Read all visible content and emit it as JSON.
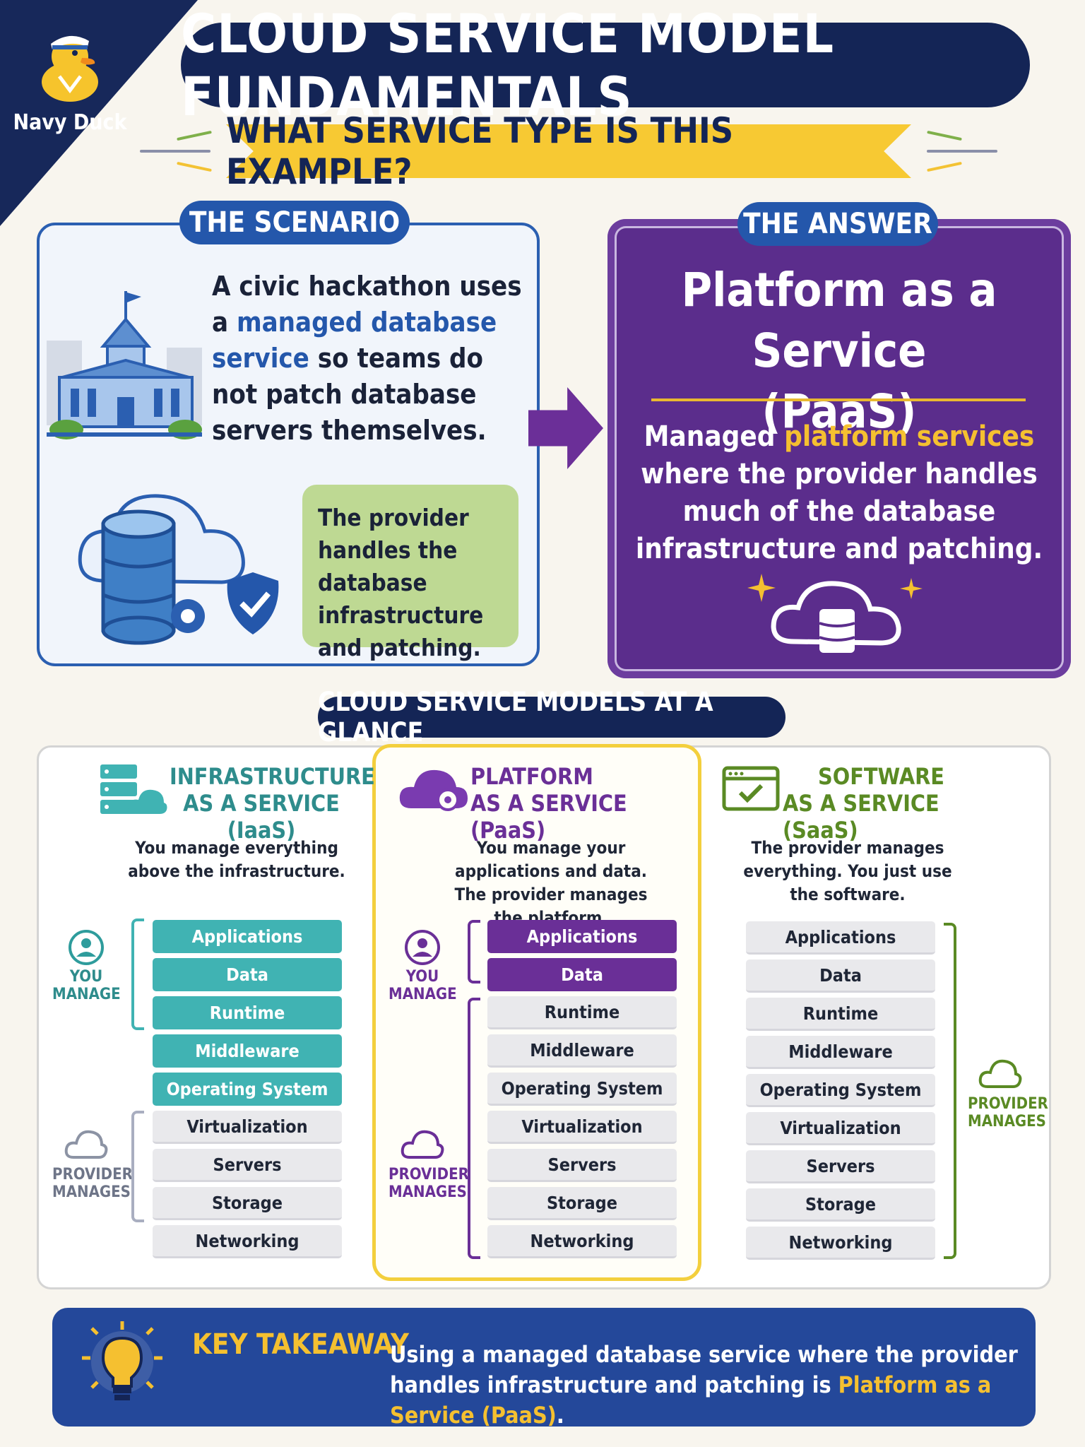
{
  "brand": {
    "name": "Navy Duck"
  },
  "header": {
    "title": "CLOUD SERVICE MODEL FUNDAMENTALS",
    "subtitle": "WHAT SERVICE TYPE IS THIS EXAMPLE?"
  },
  "scenario": {
    "tag": "THE SCENARIO",
    "text_before": "A civic hackathon uses a ",
    "text_highlight": "managed database service",
    "text_after": " so teams do not patch database servers themselves.",
    "provider_note": "The provider handles the database infrastructure and patching."
  },
  "answer": {
    "tag": "THE ANSWER",
    "title_line1": "Platform as a Service",
    "title_line2": "(PaaS)",
    "desc_before": "Managed ",
    "desc_highlight": "platform services",
    "desc_after": " where the provider handles much of the database infrastructure and patching."
  },
  "glance": {
    "title": "CLOUD SERVICE MODELS AT A GLANCE",
    "you_manage": "YOU MANAGE",
    "provider_manages": "PROVIDER MANAGES",
    "layers": [
      "Applications",
      "Data",
      "Runtime",
      "Middleware",
      "Operating System",
      "Virtualization",
      "Servers",
      "Storage",
      "Networking"
    ],
    "columns": [
      {
        "title_line1": "INFRASTRUCTURE",
        "title_line2": "AS A SERVICE (IaaS)",
        "desc": "You manage everything above the infrastructure.",
        "user_managed_count": 5,
        "color": "#2e8c8c"
      },
      {
        "title_line1": "PLATFORM",
        "title_line2": "AS A SERVICE (PaaS)",
        "desc": "You manage your applications and data. The provider manages the platform.",
        "user_managed_count": 2,
        "color": "#6a2f97"
      },
      {
        "title_line1": "SOFTWARE",
        "title_line2": "AS A SERVICE (SaaS)",
        "desc": "The provider manages everything. You just use the software.",
        "user_managed_count": 0,
        "color": "#5a8a24"
      }
    ]
  },
  "takeaway": {
    "heading": "KEY TAKEAWAY",
    "text_before": "Using a managed database service where the provider handles infrastructure and patching is ",
    "text_highlight": "Platform as a Service (PaaS)",
    "text_after": "."
  },
  "colors": {
    "navy": "#142556",
    "yellow": "#f7c933",
    "purple": "#5b2d8c",
    "teal": "#40b3b3",
    "green": "#bed993",
    "blue": "#2b5fb1"
  }
}
